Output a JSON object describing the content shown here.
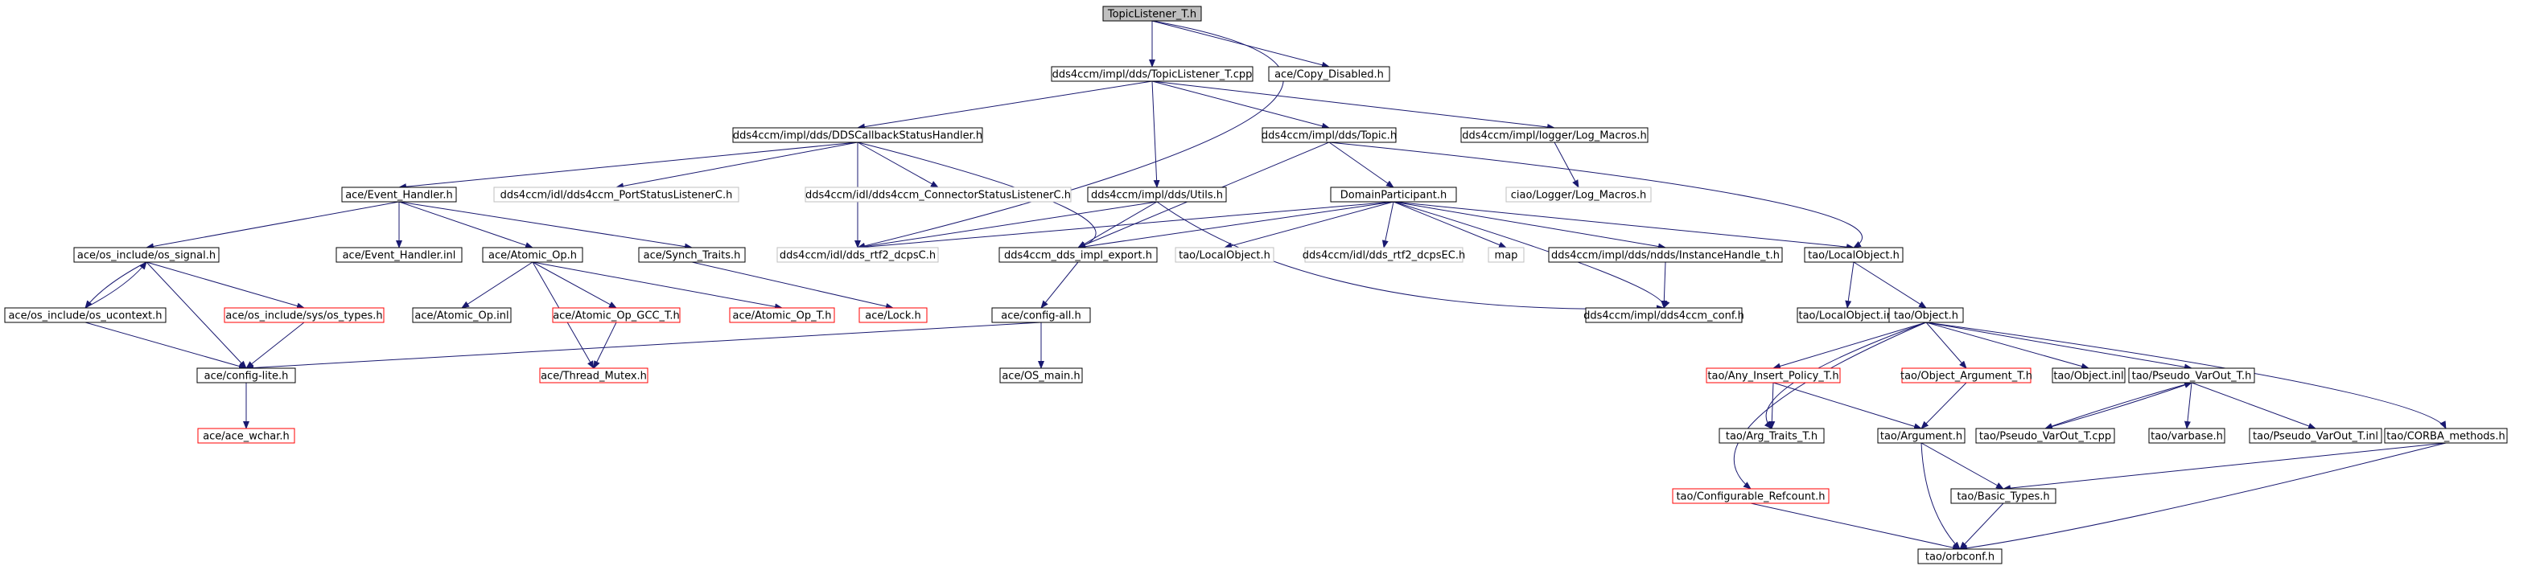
{
  "colors": {
    "edge": "#191970",
    "border_normal": "#000000",
    "border_missing": "#ff0000",
    "border_external": "#bfbfbf",
    "root_fill": "#bfbfbf",
    "text": "#000000"
  },
  "nodes": [
    {
      "id": "topic_listener_h",
      "label": "TopicListener_T.h",
      "kind": "root"
    },
    {
      "id": "topic_listener_cpp",
      "label": "dds4ccm/impl/dds/TopicListener_T.cpp",
      "kind": "normal"
    },
    {
      "id": "copy_disabled",
      "label": "ace/Copy_Disabled.h",
      "kind": "normal"
    },
    {
      "id": "dds_callback",
      "label": "dds4ccm/impl/dds/DDSCallbackStatusHandler.h",
      "kind": "normal"
    },
    {
      "id": "dds_topic",
      "label": "dds4ccm/impl/dds/Topic.h",
      "kind": "normal"
    },
    {
      "id": "log_macros_h",
      "label": "dds4ccm/impl/logger/Log_Macros.h",
      "kind": "normal"
    },
    {
      "id": "event_handler",
      "label": "ace/Event_Handler.h",
      "kind": "normal"
    },
    {
      "id": "port_status",
      "label": "dds4ccm/idl/dds4ccm_PortStatusListenerC.h",
      "kind": "external"
    },
    {
      "id": "connector_status",
      "label": "dds4ccm/idl/dds4ccm_ConnectorStatusListenerC.h",
      "kind": "external"
    },
    {
      "id": "dds_utils",
      "label": "dds4ccm/impl/dds/Utils.h",
      "kind": "normal"
    },
    {
      "id": "domain_participant",
      "label": "DomainParticipant.h",
      "kind": "normal"
    },
    {
      "id": "ciao_log_macros",
      "label": "ciao/Logger/Log_Macros.h",
      "kind": "external"
    },
    {
      "id": "os_signal",
      "label": "ace/os_include/os_signal.h",
      "kind": "normal"
    },
    {
      "id": "event_handler_inl",
      "label": "ace/Event_Handler.inl",
      "kind": "normal"
    },
    {
      "id": "atomic_op",
      "label": "ace/Atomic_Op.h",
      "kind": "normal"
    },
    {
      "id": "synch_traits",
      "label": "ace/Synch_Traits.h",
      "kind": "normal"
    },
    {
      "id": "rtf2_dcpsc",
      "label": "dds4ccm/idl/dds_rtf2_dcpsC.h",
      "kind": "external"
    },
    {
      "id": "dds_impl_export",
      "label": "dds4ccm_dds_impl_export.h",
      "kind": "normal"
    },
    {
      "id": "tao_localobject_h_ext",
      "label": "tao/LocalObject.h",
      "kind": "external"
    },
    {
      "id": "rtf2_dcpsec",
      "label": "dds4ccm/idl/dds_rtf2_dcpsEC.h",
      "kind": "external"
    },
    {
      "id": "map",
      "label": "map",
      "kind": "external"
    },
    {
      "id": "instance_handle",
      "label": "dds4ccm/impl/dds/ndds/InstanceHandle_t.h",
      "kind": "normal"
    },
    {
      "id": "tao_localobject_h",
      "label": "tao/LocalObject.h",
      "kind": "normal"
    },
    {
      "id": "os_ucontext",
      "label": "ace/os_include/os_ucontext.h",
      "kind": "normal"
    },
    {
      "id": "os_types",
      "label": "ace/os_include/sys/os_types.h",
      "kind": "missing"
    },
    {
      "id": "atomic_op_inl",
      "label": "ace/Atomic_Op.inl",
      "kind": "normal"
    },
    {
      "id": "atomic_op_gcc",
      "label": "ace/Atomic_Op_GCC_T.h",
      "kind": "missing"
    },
    {
      "id": "atomic_op_t",
      "label": "ace/Atomic_Op_T.h",
      "kind": "missing"
    },
    {
      "id": "ace_lock",
      "label": "ace/Lock.h",
      "kind": "missing"
    },
    {
      "id": "config_all",
      "label": "ace/config-all.h",
      "kind": "normal"
    },
    {
      "id": "dds4ccm_conf",
      "label": "dds4ccm/impl/dds4ccm_conf.h",
      "kind": "normal"
    },
    {
      "id": "tao_localobject_inl",
      "label": "tao/LocalObject.inl",
      "kind": "normal"
    },
    {
      "id": "tao_object_h",
      "label": "tao/Object.h",
      "kind": "normal"
    },
    {
      "id": "config_lite",
      "label": "ace/config-lite.h",
      "kind": "normal"
    },
    {
      "id": "thread_mutex",
      "label": "ace/Thread_Mutex.h",
      "kind": "missing"
    },
    {
      "id": "os_main",
      "label": "ace/OS_main.h",
      "kind": "normal"
    },
    {
      "id": "any_insert",
      "label": "tao/Any_Insert_Policy_T.h",
      "kind": "missing"
    },
    {
      "id": "object_argument",
      "label": "tao/Object_Argument_T.h",
      "kind": "missing"
    },
    {
      "id": "tao_object_inl",
      "label": "tao/Object.inl",
      "kind": "normal"
    },
    {
      "id": "pseudo_var_h",
      "label": "tao/Pseudo_VarOut_T.h",
      "kind": "normal"
    },
    {
      "id": "ace_wchar",
      "label": "ace/ace_wchar.h",
      "kind": "missing"
    },
    {
      "id": "arg_traits",
      "label": "tao/Arg_Traits_T.h",
      "kind": "normal"
    },
    {
      "id": "tao_argument",
      "label": "tao/Argument.h",
      "kind": "normal"
    },
    {
      "id": "pseudo_var_cpp",
      "label": "tao/Pseudo_VarOut_T.cpp",
      "kind": "normal"
    },
    {
      "id": "varbase",
      "label": "tao/varbase.h",
      "kind": "normal"
    },
    {
      "id": "pseudo_var_inl",
      "label": "tao/Pseudo_VarOut_T.inl",
      "kind": "normal"
    },
    {
      "id": "corba_methods",
      "label": "tao/CORBA_methods.h",
      "kind": "normal"
    },
    {
      "id": "configurable_refcount",
      "label": "tao/Configurable_Refcount.h",
      "kind": "missing"
    },
    {
      "id": "basic_types",
      "label": "tao/Basic_Types.h",
      "kind": "normal"
    },
    {
      "id": "orbconf",
      "label": "tao/orbconf.h",
      "kind": "normal"
    }
  ],
  "edges": [
    [
      "topic_listener_h",
      "topic_listener_cpp"
    ],
    [
      "topic_listener_h",
      "copy_disabled"
    ],
    [
      "topic_listener_h",
      "rtf2_dcpsc"
    ],
    [
      "topic_listener_cpp",
      "dds_callback"
    ],
    [
      "topic_listener_cpp",
      "dds_utils"
    ],
    [
      "topic_listener_cpp",
      "dds_topic"
    ],
    [
      "topic_listener_cpp",
      "log_macros_h"
    ],
    [
      "dds_callback",
      "event_handler"
    ],
    [
      "dds_callback",
      "port_status"
    ],
    [
      "dds_callback",
      "connector_status"
    ],
    [
      "dds_callback",
      "rtf2_dcpsc"
    ],
    [
      "dds_callback",
      "dds_impl_export"
    ],
    [
      "dds_topic",
      "domain_participant"
    ],
    [
      "dds_topic",
      "dds_impl_export"
    ],
    [
      "dds_topic",
      "tao_localobject_h"
    ],
    [
      "log_macros_h",
      "ciao_log_macros"
    ],
    [
      "event_handler",
      "os_signal"
    ],
    [
      "event_handler",
      "event_handler_inl"
    ],
    [
      "event_handler",
      "atomic_op"
    ],
    [
      "event_handler",
      "synch_traits"
    ],
    [
      "dds_utils",
      "rtf2_dcpsc"
    ],
    [
      "dds_utils",
      "dds_impl_export"
    ],
    [
      "dds_utils",
      "dds4ccm_conf"
    ],
    [
      "domain_participant",
      "rtf2_dcpsc"
    ],
    [
      "domain_participant",
      "dds_impl_export"
    ],
    [
      "domain_participant",
      "tao_localobject_h_ext"
    ],
    [
      "domain_participant",
      "rtf2_dcpsec"
    ],
    [
      "domain_participant",
      "map"
    ],
    [
      "domain_participant",
      "instance_handle"
    ],
    [
      "domain_participant",
      "tao_localobject_h"
    ],
    [
      "domain_participant",
      "dds4ccm_conf"
    ],
    [
      "os_signal",
      "os_ucontext"
    ],
    [
      "os_signal",
      "os_types"
    ],
    [
      "os_signal",
      "config_lite"
    ],
    [
      "os_ucontext",
      "os_signal"
    ],
    [
      "os_ucontext",
      "config_lite"
    ],
    [
      "os_types",
      "config_lite"
    ],
    [
      "atomic_op",
      "atomic_op_inl"
    ],
    [
      "atomic_op",
      "atomic_op_gcc"
    ],
    [
      "atomic_op",
      "atomic_op_t"
    ],
    [
      "atomic_op",
      "thread_mutex"
    ],
    [
      "atomic_op_gcc",
      "thread_mutex"
    ],
    [
      "synch_traits",
      "ace_lock"
    ],
    [
      "dds_impl_export",
      "config_all"
    ],
    [
      "config_all",
      "config_lite"
    ],
    [
      "config_all",
      "os_main"
    ],
    [
      "config_lite",
      "ace_wchar"
    ],
    [
      "instance_handle",
      "dds4ccm_conf"
    ],
    [
      "tao_localobject_h",
      "tao_localobject_inl"
    ],
    [
      "tao_localobject_h",
      "tao_object_h"
    ],
    [
      "tao_object_h",
      "any_insert"
    ],
    [
      "tao_object_h",
      "object_argument"
    ],
    [
      "tao_object_h",
      "tao_object_inl"
    ],
    [
      "tao_object_h",
      "pseudo_var_h"
    ],
    [
      "tao_object_h",
      "corba_methods"
    ],
    [
      "tao_object_h",
      "arg_traits"
    ],
    [
      "tao_object_h",
      "configurable_refcount"
    ],
    [
      "any_insert",
      "arg_traits"
    ],
    [
      "any_insert",
      "tao_argument"
    ],
    [
      "object_argument",
      "tao_argument"
    ],
    [
      "pseudo_var_h",
      "pseudo_var_cpp"
    ],
    [
      "pseudo_var_h",
      "varbase"
    ],
    [
      "pseudo_var_h",
      "pseudo_var_inl"
    ],
    [
      "pseudo_var_cpp",
      "pseudo_var_h"
    ],
    [
      "tao_argument",
      "basic_types"
    ],
    [
      "tao_argument",
      "orbconf"
    ],
    [
      "corba_methods",
      "basic_types"
    ],
    [
      "corba_methods",
      "orbconf"
    ],
    [
      "configurable_refcount",
      "orbconf"
    ],
    [
      "basic_types",
      "orbconf"
    ]
  ]
}
